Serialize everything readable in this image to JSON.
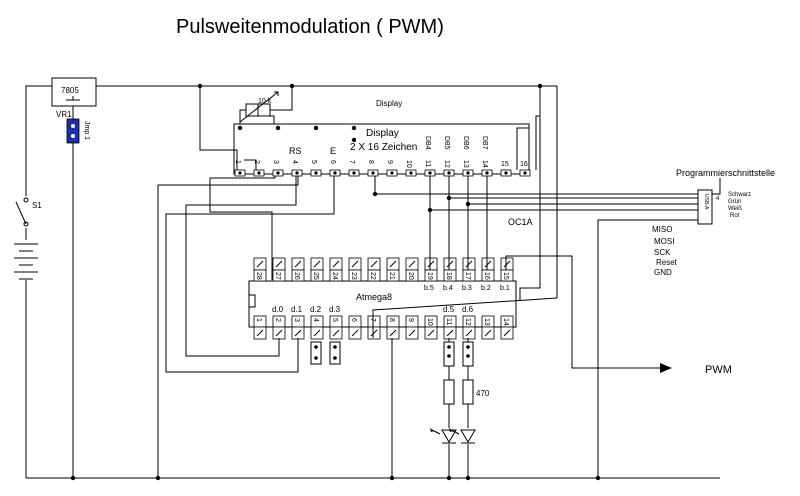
{
  "title": "Pulsweitenmodulation ( PWM)",
  "regulator": {
    "part": "7805",
    "ref": "VR1"
  },
  "jumper": "Jmp 1",
  "switch": "S1",
  "pot": "10 k",
  "display": {
    "label": "Display",
    "name": "Display",
    "desc": "2 X 16 Zeichen",
    "pin_numbers": [
      "1",
      "2",
      "3",
      "4",
      "5",
      "6",
      "7",
      "8",
      "9",
      "10",
      "11",
      "12",
      "13",
      "14",
      "15",
      "16"
    ],
    "signals": [
      "RS",
      "E",
      "DB4",
      "DB5",
      "DB6",
      "DB7"
    ]
  },
  "mcu": {
    "name": "Atmega8",
    "top_pins": [
      "28",
      "27",
      "26",
      "25",
      "24",
      "23",
      "22",
      "21",
      "20",
      "19",
      "18",
      "17",
      "16",
      "15"
    ],
    "top_ports": [
      "b.5",
      "b.4",
      "b.3",
      "b.2",
      "b.1"
    ],
    "bottom_pins": [
      "1",
      "2",
      "3",
      "4",
      "5",
      "6",
      "7",
      "8",
      "9",
      "10",
      "11",
      "12",
      "13",
      "14"
    ],
    "bottom_ports": [
      "d.0",
      "d.1",
      "d.2",
      "d.3",
      "d.5",
      "d.6"
    ]
  },
  "oc1a": "OC1A",
  "programmer": {
    "label": "Programmierschnittstelle",
    "colors": [
      "Schwarz",
      "Grün",
      "Weiß",
      "Rot"
    ],
    "num": "4",
    "usb": "USB-A",
    "signals": [
      "MISO",
      "MOSI",
      "SCK",
      "Reset",
      "GND"
    ]
  },
  "resistor": "470",
  "output": "PWM"
}
